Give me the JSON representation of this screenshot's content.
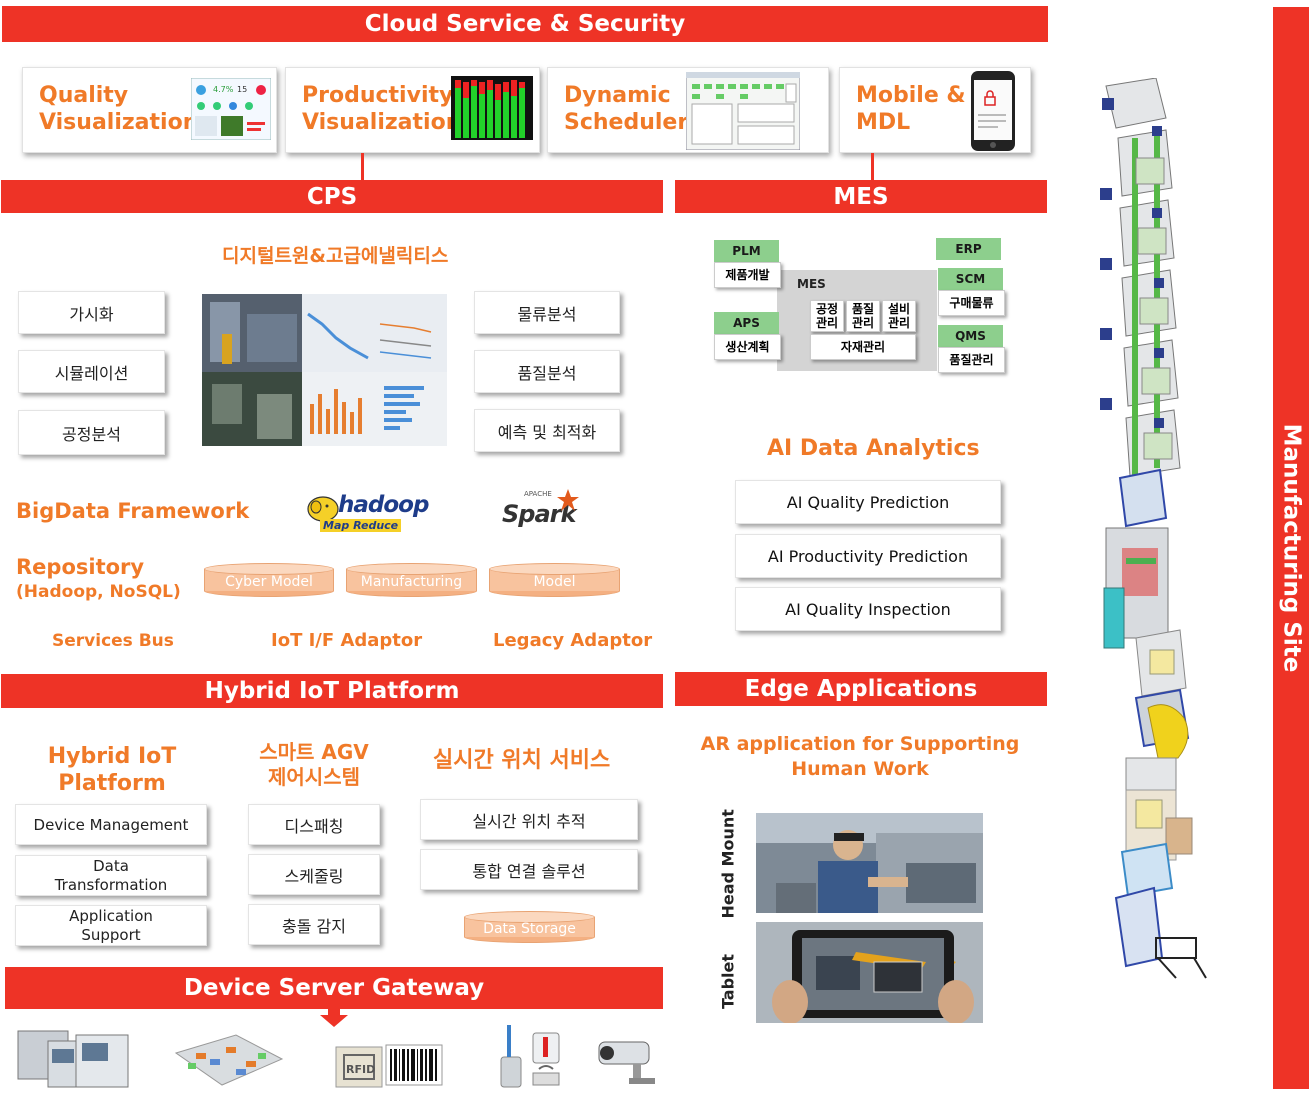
{
  "cloud": {
    "title": "Cloud Service & Security",
    "cards": [
      {
        "title": "Quality\nVisualization",
        "icon": "dashboard-thumbnail"
      },
      {
        "title": "Productivity\nVisualization",
        "icon": "bar-chart-thumbnail"
      },
      {
        "title": "Dynamic\nScheduler",
        "icon": "schedule-thumbnail"
      },
      {
        "title": "Mobile &\nMDL",
        "icon": "phone-lock-icon"
      }
    ]
  },
  "cps": {
    "title": "CPS",
    "subtitle": "디지털트윈&고급에낼릭티스",
    "left_items": [
      "가시화",
      "시뮬레이션",
      "공정분석"
    ],
    "right_items": [
      "물류분석",
      "품질분석",
      "예측 및 최적화"
    ],
    "bigdata_label": "BigData Framework",
    "hadoop_label": "hadoop",
    "hadoop_sub": "Map Reduce",
    "spark_label": "Spark",
    "spark_sup": "APACHE",
    "repository_label": "Repository",
    "repository_sub": "(Hadoop, NoSQL)",
    "repos": [
      "Cyber Model",
      "Manufacturing",
      "Model"
    ],
    "adaptors": [
      "Services Bus",
      "IoT I/F Adaptor",
      "Legacy Adaptor"
    ]
  },
  "mes": {
    "title": "MES",
    "tags": {
      "plm": "PLM",
      "erp": "ERP",
      "aps": "APS",
      "scm": "SCM",
      "qms": "QMS"
    },
    "boxes": {
      "product_dev": "제품개발",
      "prod_plan": "생산계획",
      "purchase": "구매물류",
      "quality_mgmt": "품질관리",
      "mes_label": "MES",
      "process": "공정\n관리",
      "quality": "품질\n관리",
      "equipment": "설비\n관리",
      "material": "자재관리"
    }
  },
  "ai": {
    "title": "AI Data Analytics",
    "items": [
      "AI Quality Prediction",
      "AI Productivity Prediction",
      "AI Quality Inspection"
    ]
  },
  "hybrid": {
    "title": "Hybrid IoT Platform",
    "col1_title": "Hybrid IoT\nPlatform",
    "col1_items": [
      "Device Management",
      "Data\nTransformation",
      "Application\nSupport"
    ],
    "col2_title": "스마트 AGV\n제어시스템",
    "col2_items": [
      "디스패칭",
      "스케줄링",
      "충돌 감지"
    ],
    "col3_title": "실시간 위치 서비스",
    "col3_items": [
      "실시간 위치 추적",
      "통합 연결 솔루션"
    ],
    "storage": "Data Storage"
  },
  "edge": {
    "title": "Edge Applications",
    "subtitle": "AR application for Supporting\nHuman Work",
    "labels": [
      "Head Mount",
      "Tablet"
    ]
  },
  "gateway": {
    "title": "Device Server Gateway",
    "devices": [
      "machines",
      "factory-layout",
      "rfid-barcode",
      "sensors",
      "cctv-camera"
    ]
  },
  "site": {
    "title": "Manufacturing Site"
  },
  "colors": {
    "red": "#ee3326",
    "orange": "#f07a28",
    "green": "#8dcf8d"
  }
}
